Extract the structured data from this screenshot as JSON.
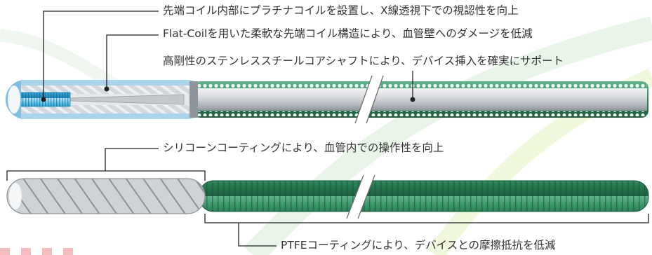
{
  "annotations": {
    "tip_coil_platinum": "先端コイル内部にプラチナコイルを設置し、X線透視下での視認性を向上",
    "flat_coil": "Flat-Coilを用いた柔軟な先端コイル構造により、血管壁へのダメージを低減",
    "core_shaft": "高剛性のステンレススチールコアシャフトにより、デバイス挿入を確実にサポート",
    "silicone_coating": "シリコーンコーティングにより、血管内での操作性を向上",
    "ptfe_coating": "PTFEコーティングにより、デバイスとの摩擦抵抗を低減"
  },
  "colors": {
    "platinum_coil": "#3ab8e6",
    "ptfe_green": "#2e8a5e",
    "steel": "#c9cdd2",
    "tip_blue": "#9ccbe6",
    "leader_line": "#222222"
  }
}
